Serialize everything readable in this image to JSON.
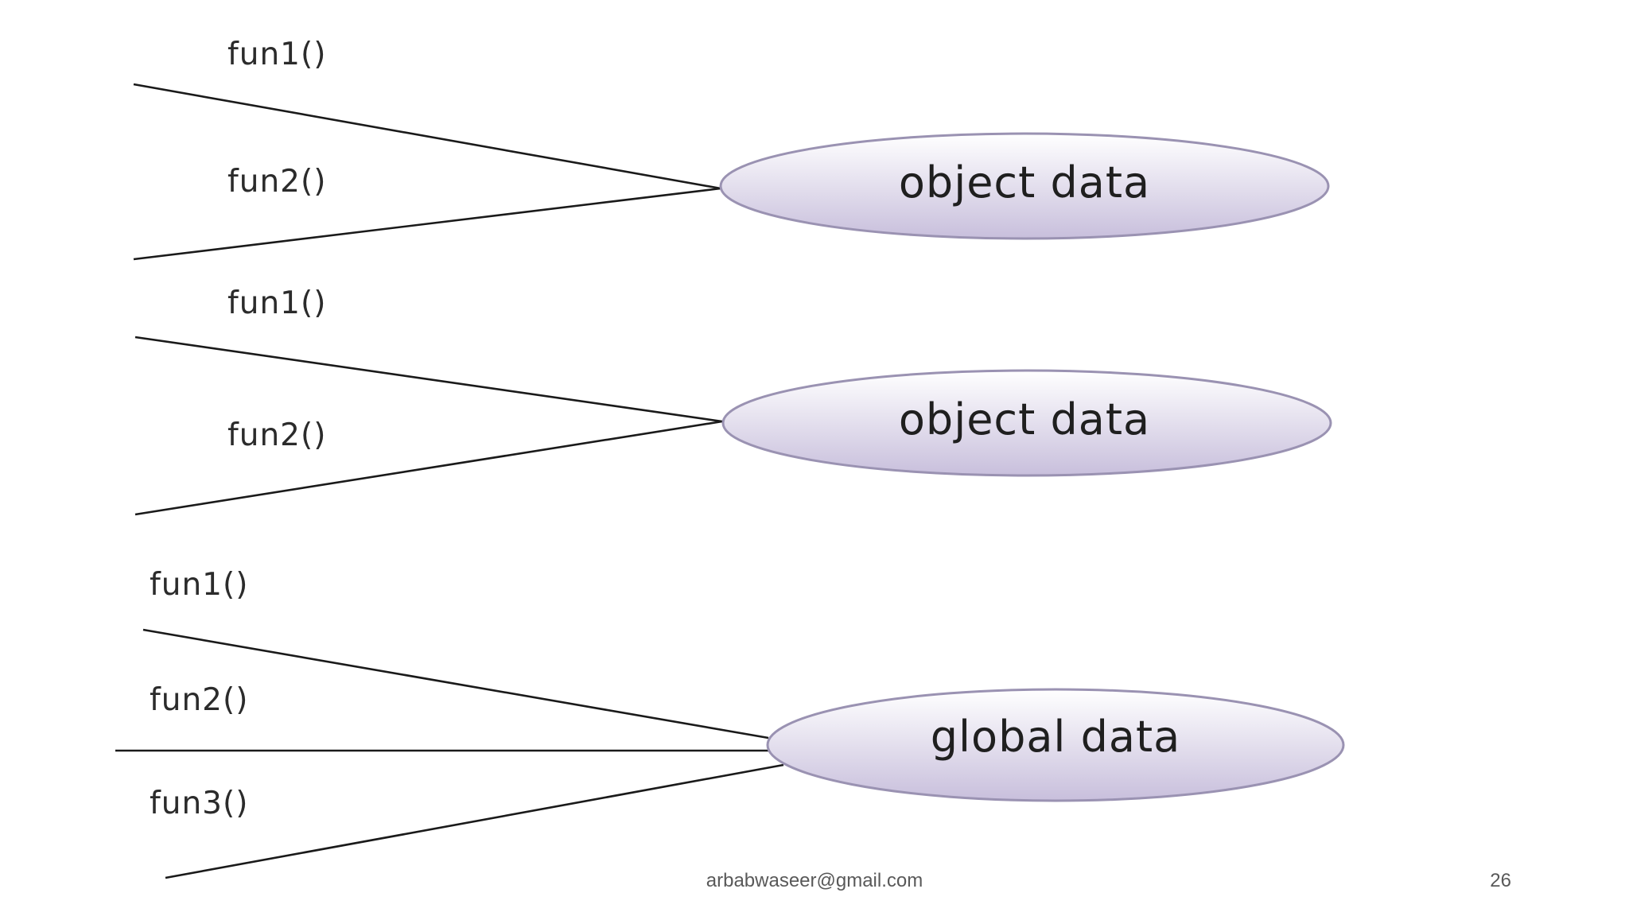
{
  "diagram": {
    "groups": [
      {
        "node": "object data",
        "functions": [
          "fun1()",
          "fun2()"
        ]
      },
      {
        "node": "object data",
        "functions": [
          "fun1()",
          "fun2()"
        ]
      },
      {
        "node": "global data",
        "functions": [
          "fun1()",
          "fun2()",
          "fun3()"
        ]
      }
    ],
    "colors": {
      "node_fill_top": "#ffffff",
      "node_fill_bottom": "#c8bfdc",
      "node_stroke": "#9a92b2",
      "line": "#1a1a1a"
    }
  },
  "footer": {
    "email": "arbabwaseer@gmail.com",
    "page_number": "26"
  }
}
